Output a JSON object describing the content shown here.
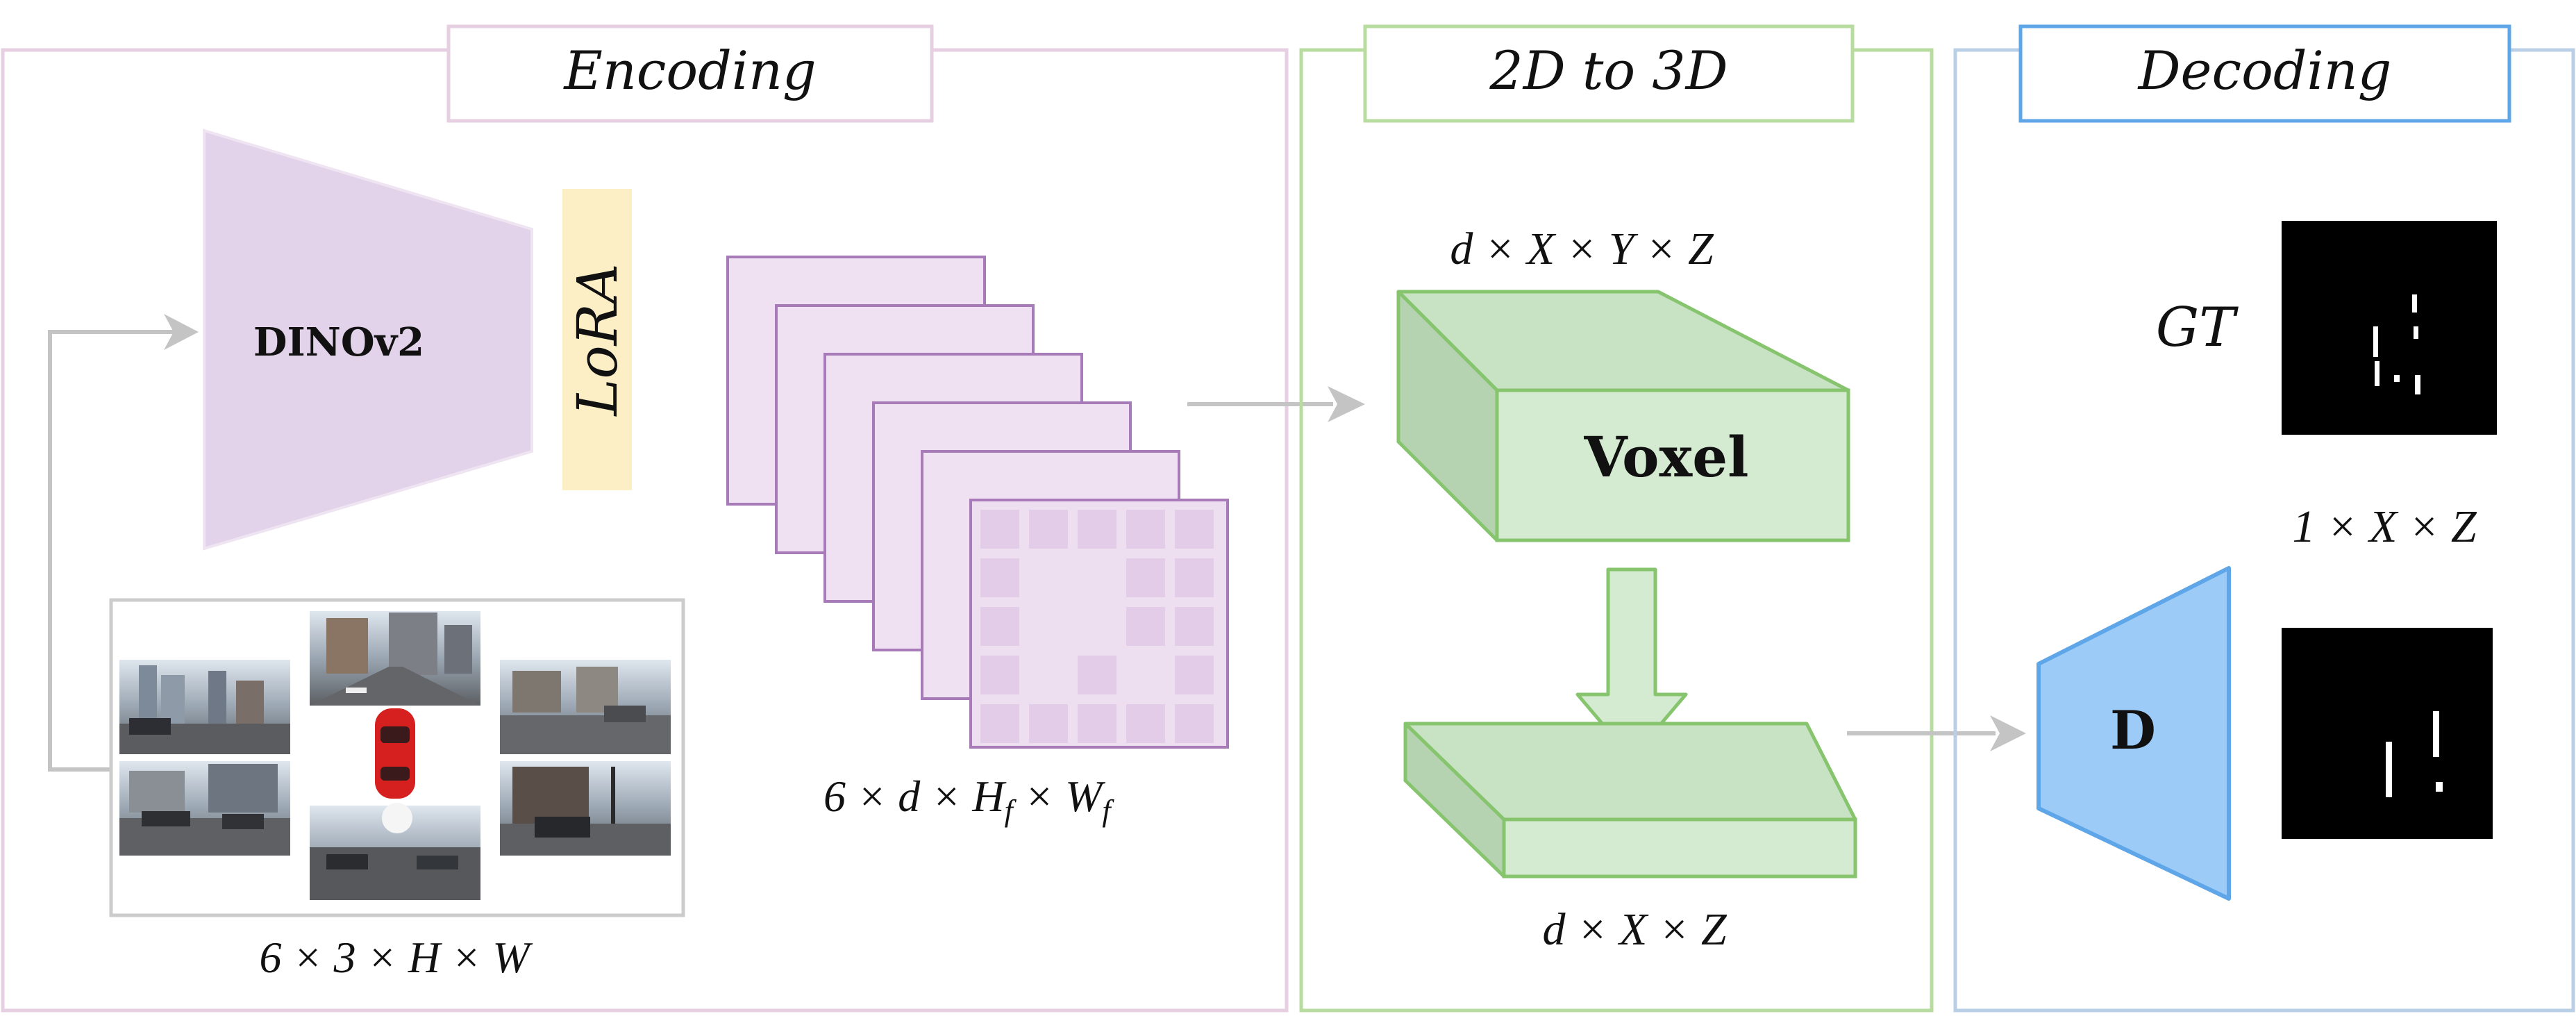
{
  "panels": {
    "encoding": {
      "title": "Encoding",
      "frame_color": "#e6cfe0"
    },
    "lift": {
      "title": "2D to 3D",
      "frame_color": "#b8dca0"
    },
    "decoding": {
      "title": "Decoding",
      "frame_color": "#b9cfe6",
      "title_frame_color": "#5ea6e8"
    }
  },
  "encoder": {
    "label": "DINOv2",
    "color": "#e3d3ea"
  },
  "lora": {
    "label": "LoRA",
    "color": "#fcefc6"
  },
  "cameras": {
    "vehicle_color": "#d62020"
  },
  "labels": {
    "input_shape": "6 × 3 × H × W",
    "feature_shape_main": "6 × d × H",
    "feature_shape_sub1": "f",
    "feature_shape_mid": " × W",
    "feature_shape_sub2": "f",
    "voxel_shape": "d × X × Y × Z",
    "voxel_label": "Voxel",
    "bev_shape": "d × X × Z",
    "gt_label": "GT",
    "output_shape": "1 × X × Z",
    "decoder_label": "D"
  },
  "colors": {
    "feature_fill": "#efe1f2",
    "feature_stroke": "#a77ab8",
    "voxel_front": "#d4ebd2",
    "voxel_top": "#c8e2c4",
    "voxel_side": "#b6d3b1",
    "voxel_stroke": "#86c46e",
    "decoder_fill": "#9ccbf8",
    "decoder_stroke": "#5ea6e8",
    "arrow": "#c4c4c4"
  }
}
